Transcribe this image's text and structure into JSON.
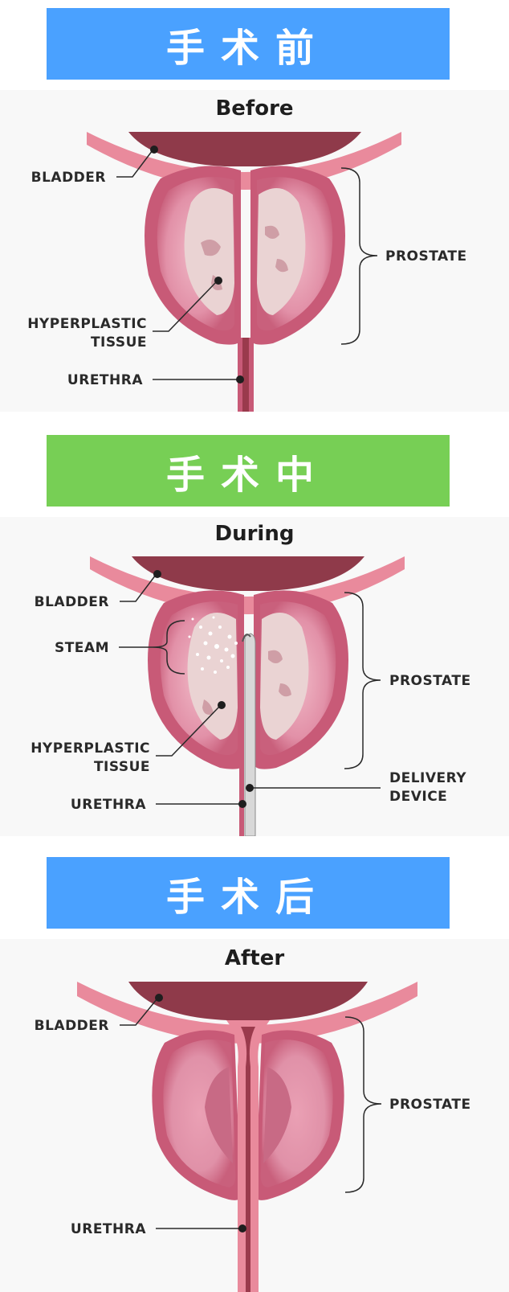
{
  "sections": [
    {
      "banner": "手术前",
      "banner_color": "#4aa1ff",
      "title": "Before",
      "labels": {
        "bladder": "BLADDER",
        "prostate": "PROSTATE",
        "hyperplastic_1": "HYPERPLASTIC",
        "hyperplastic_2": "TISSUE",
        "urethra": "URETHRA"
      }
    },
    {
      "banner": "手术中",
      "banner_color": "#77cf55",
      "title": "During",
      "labels": {
        "bladder": "BLADDER",
        "steam": "STEAM",
        "prostate": "PROSTATE",
        "hyperplastic_1": "HYPERPLASTIC",
        "hyperplastic_2": "TISSUE",
        "delivery_1": "DELIVERY",
        "delivery_2": "DEVICE",
        "urethra": "URETHRA"
      }
    },
    {
      "banner": "手术后",
      "banner_color": "#4aa1ff",
      "title": "After",
      "labels": {
        "bladder": "BLADDER",
        "prostate": "PROSTATE",
        "urethra": "URETHRA"
      }
    }
  ],
  "colors": {
    "bladder": "#8f3a4a",
    "tissue_outer": "#c85a77",
    "tissue_mid": "#e08ba3",
    "tissue_inner": "#e9a6b8",
    "hyperplastic": "#ead3d3",
    "hyper_spots": "#cf9ea6",
    "urethra": "#9a3a4c"
  }
}
